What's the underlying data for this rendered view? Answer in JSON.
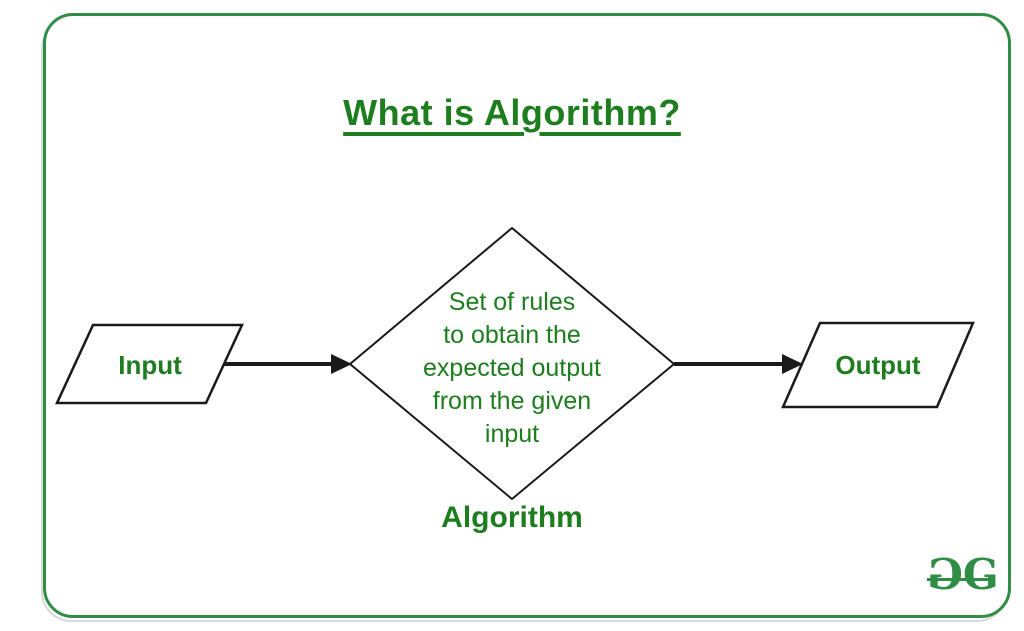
{
  "title": {
    "text": "What is Algorithm?",
    "color": "#1e7d1e"
  },
  "frame": {
    "border_color": "#2f8d46",
    "shadow_color": "#d9d9d9"
  },
  "flowchart": {
    "input": {
      "label": "Input"
    },
    "process": {
      "lines": [
        "Set of rules",
        "to obtain the",
        "expected output",
        "from the given",
        "input"
      ],
      "caption": "Algorithm"
    },
    "output": {
      "label": "Output"
    },
    "text_color": "#1e7d1e",
    "stroke_color": "#1a1a1a"
  },
  "logo": {
    "left_glyph": "G",
    "right_glyph": "G",
    "color": "#2f8d46"
  }
}
